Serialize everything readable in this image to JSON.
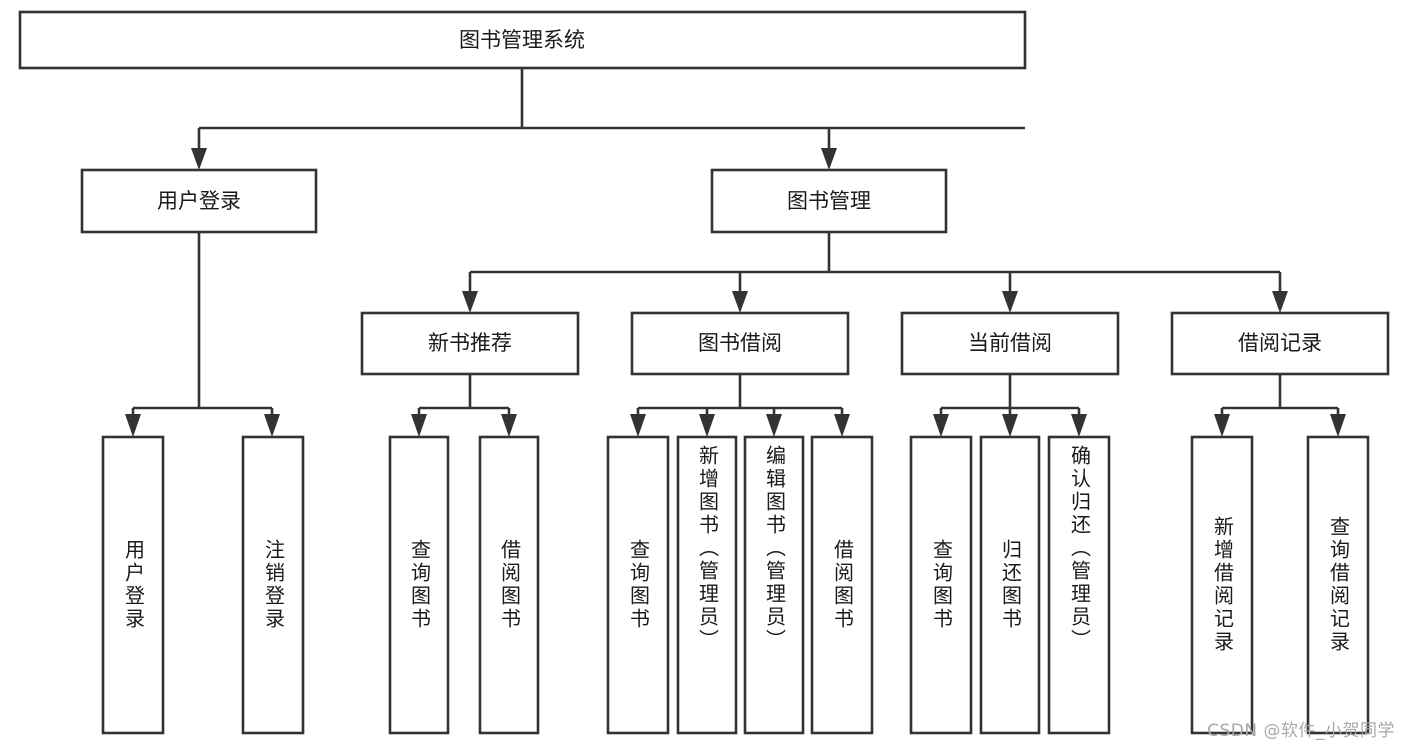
{
  "diagram": {
    "title": "图书管理系统",
    "type": "hierarchy-tree",
    "root": {
      "label": "图书管理系统"
    },
    "level1": [
      {
        "label": "用户登录"
      },
      {
        "label": "图书管理"
      }
    ],
    "level2": [
      {
        "label": "新书推荐"
      },
      {
        "label": "图书借阅"
      },
      {
        "label": "当前借阅"
      },
      {
        "label": "借阅记录"
      }
    ],
    "leaves": {
      "user_login": [
        {
          "label": "用户登录"
        },
        {
          "label": "注销登录"
        }
      ],
      "new_book_recommend": [
        {
          "label": "查询图书"
        },
        {
          "label": "借阅图书"
        }
      ],
      "book_borrow": [
        {
          "label": "查询图书"
        },
        {
          "label": "新增图书（管理员）"
        },
        {
          "label": "编辑图书（管理员）"
        },
        {
          "label": "借阅图书"
        }
      ],
      "current_borrow": [
        {
          "label": "查询图书"
        },
        {
          "label": "归还图书"
        },
        {
          "label": "确认归还（管理员）"
        }
      ],
      "borrow_record": [
        {
          "label": "新增借阅记录"
        },
        {
          "label": "查询借阅记录"
        }
      ]
    }
  },
  "watermark": {
    "text": "CSDN @软件_小贺同学"
  },
  "colors": {
    "stroke": "#333333",
    "fill": "#ffffff",
    "text": "#1a1a1a",
    "watermark": "#a9a9a9"
  }
}
